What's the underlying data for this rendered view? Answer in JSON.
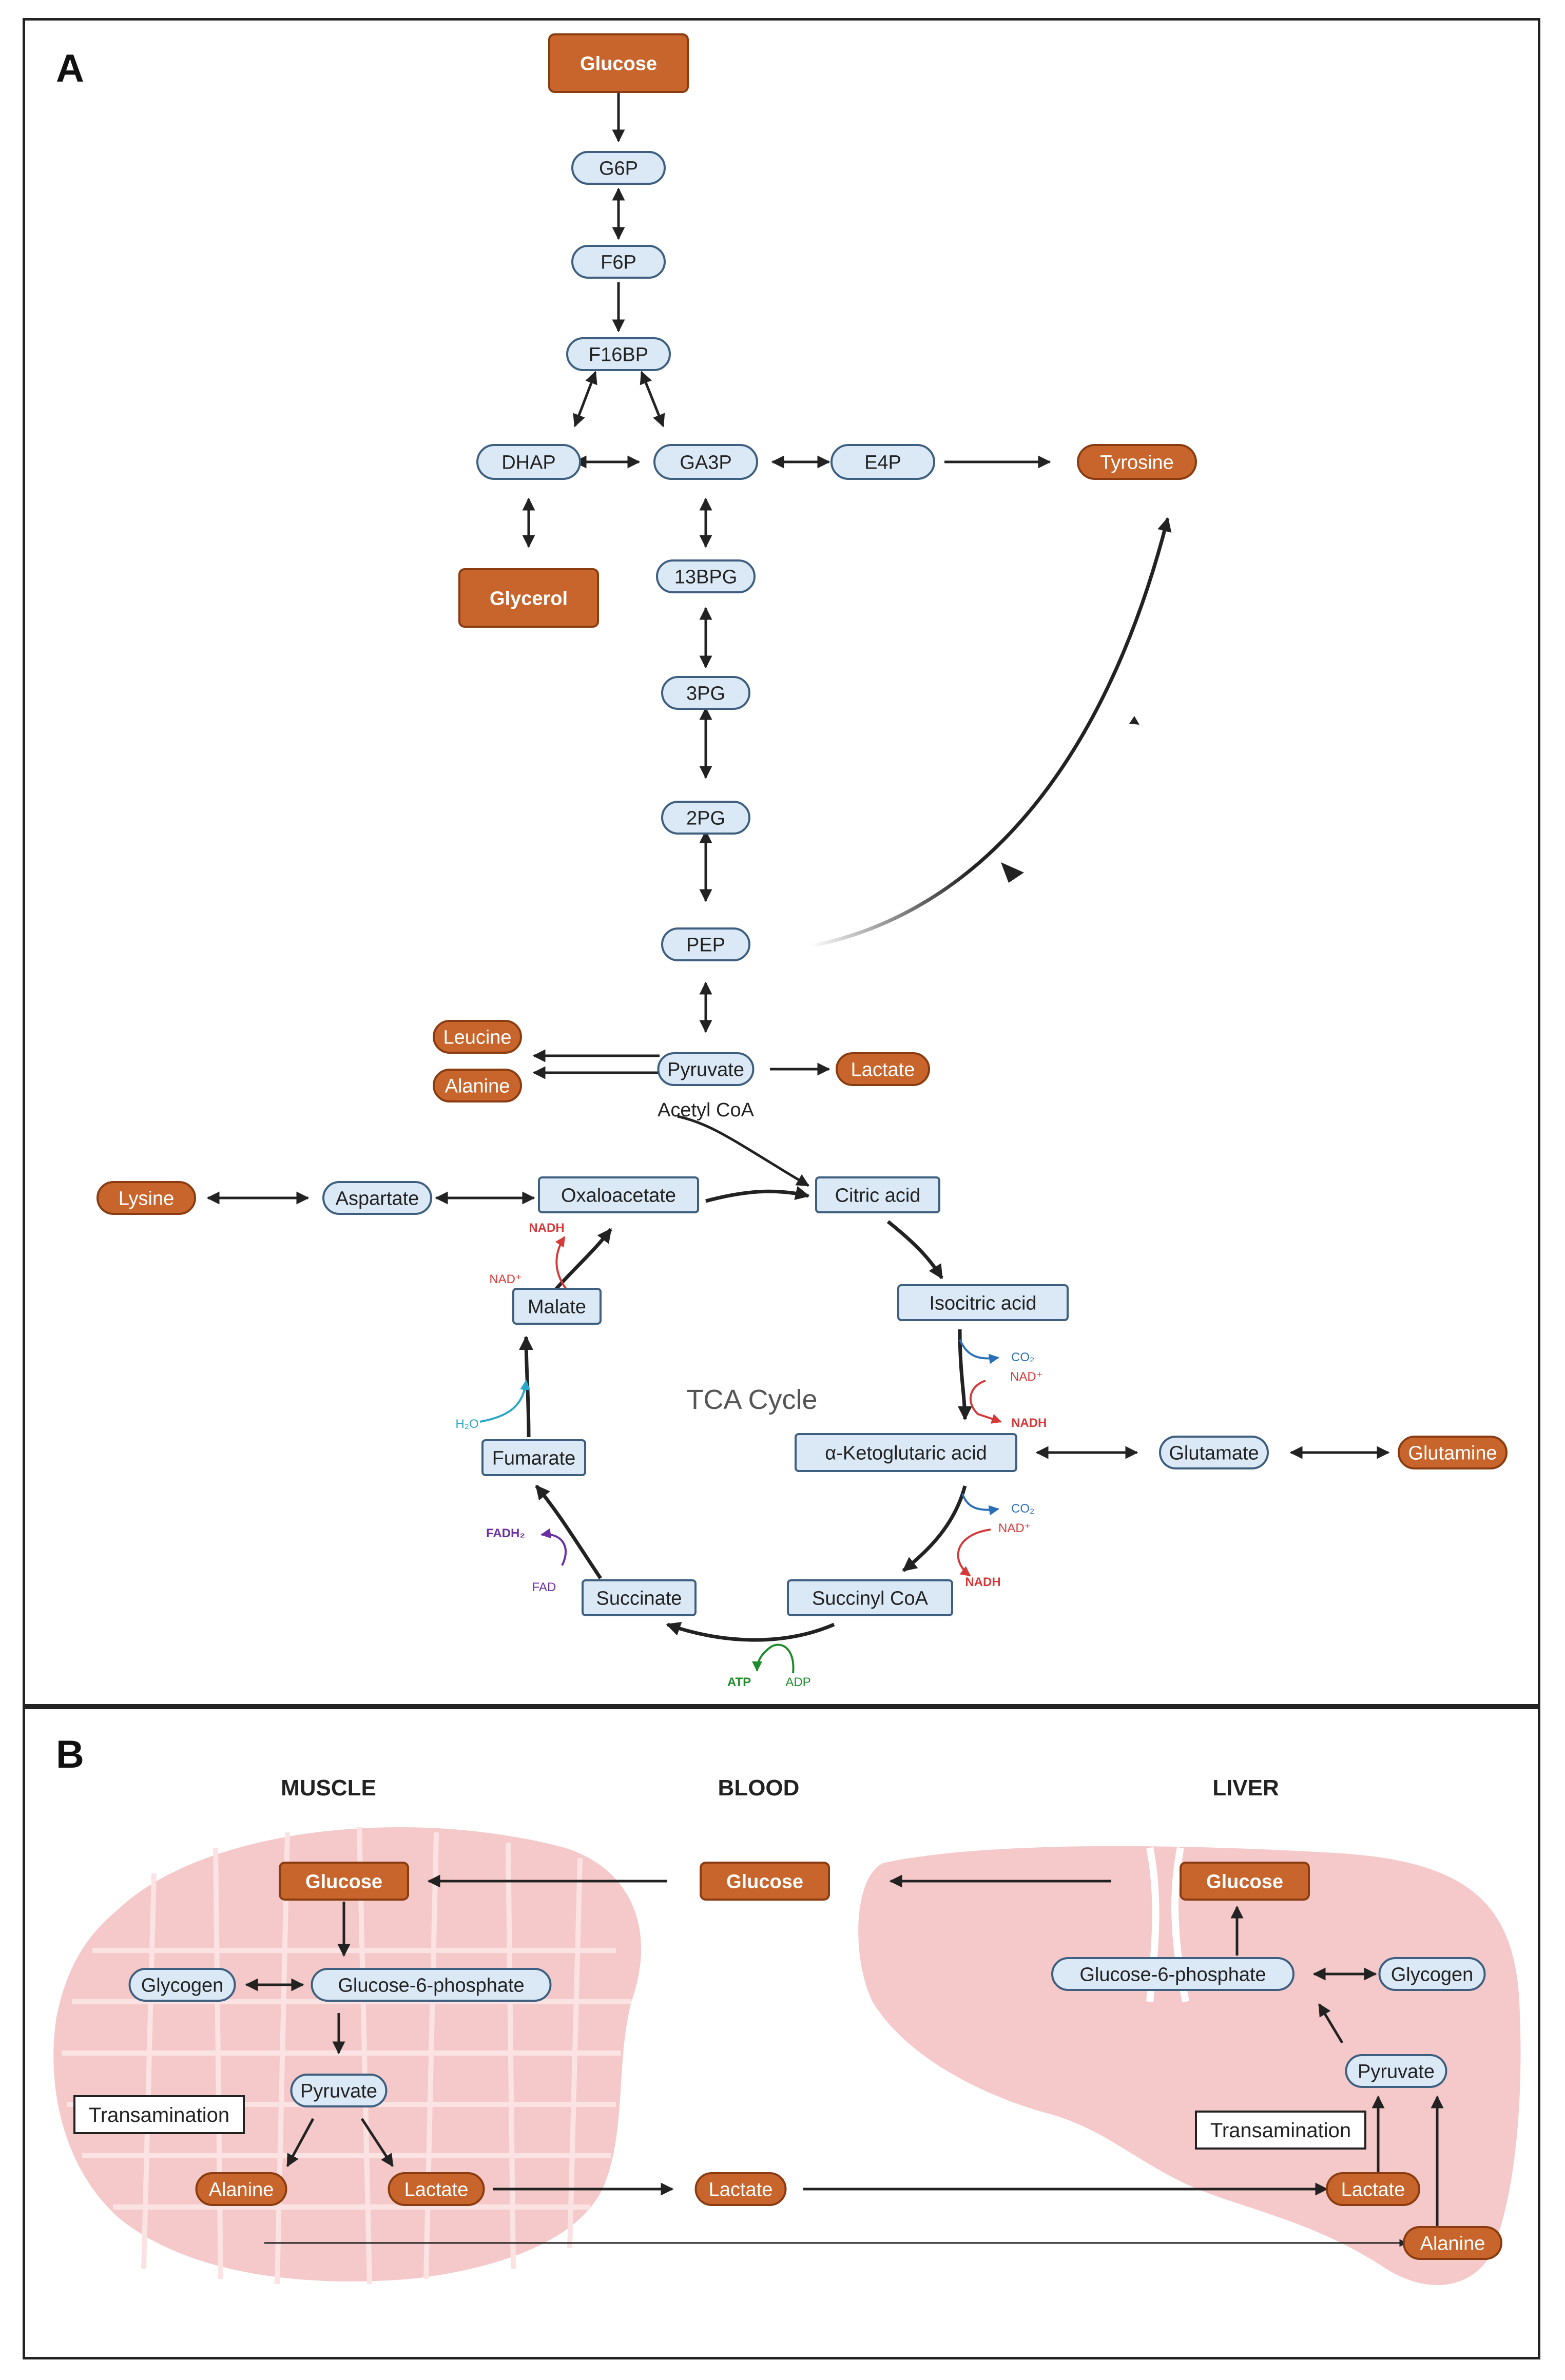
{
  "panel_a": {
    "label": "A",
    "cycle_title": "TCA Cycle",
    "boxes": {
      "glucose": "Glucose",
      "g6p": "G6P",
      "f6p": "F6P",
      "f16bp": "F16BP",
      "dhap": "DHAP",
      "ga3p": "GA3P",
      "e4p": "E4P",
      "tyrosine": "Tyrosine",
      "glycerol": "Glycerol",
      "bpg13": "13BPG",
      "pg3": "3PG",
      "pg2": "2PG",
      "pep": "PEP",
      "pyruvate": "Pyruvate",
      "leucine": "Leucine",
      "alanine": "Alanine",
      "lactate": "Lactate",
      "lysine": "Lysine",
      "aspartate": "Aspartate",
      "oxaloacetate": "Oxaloacetate",
      "citric_acid": "Citric acid",
      "isocitric_acid": "Isocitric acid",
      "malate": "Malate",
      "fumarate": "Fumarate",
      "akg": "α-Ketoglutaric acid",
      "glutamate": "Glutamate",
      "glutamine": "Glutamine",
      "succinate": "Succinate",
      "succinyl_coa": "Succinyl CoA"
    },
    "acetyl_coa": "Acetyl CoA",
    "cofactors": {
      "nadh_top": "NADH",
      "nad_top": "NAD⁺",
      "h2o": "H₂O",
      "co2_1": "CO₂",
      "nad_1": "NAD⁺",
      "nadh_1": "NADH",
      "co2_2": "CO₂",
      "nad_2": "NAD⁺",
      "nadh_2": "NADH",
      "fadh2": "FADH₂",
      "fad": "FAD",
      "atp": "ATP",
      "adp": "ADP"
    }
  },
  "panel_b": {
    "label": "B",
    "headers": {
      "muscle": "MUSCLE",
      "blood": "BLOOD",
      "liver": "LIVER"
    },
    "muscle": {
      "glucose": "Glucose",
      "glycogen": "Glycogen",
      "g6p": "Glucose-6-phosphate",
      "pyruvate": "Pyruvate",
      "transamination": "Transamination",
      "alanine": "Alanine",
      "lactate": "Lactate"
    },
    "blood": {
      "glucose": "Glucose",
      "lactate": "Lactate"
    },
    "liver": {
      "glucose": "Glucose",
      "g6p": "Glucose-6-phosphate",
      "glycogen": "Glycogen",
      "pyruvate": "Pyruvate",
      "transamination": "Transamination",
      "lactate": "Lactate",
      "alanine": "Alanine"
    }
  },
  "colors": {
    "orange": "#c8652c",
    "orange_border": "#8a3c10",
    "blue_fill": "#dbe9f6",
    "blue_border": "#3e5f7f",
    "tissue": "#f5c9c9",
    "red": "#d43a3a",
    "blue": "#2a6fb5",
    "cyan": "#2aa6c8",
    "purple": "#6a2fa0",
    "green": "#1e8c2a"
  }
}
